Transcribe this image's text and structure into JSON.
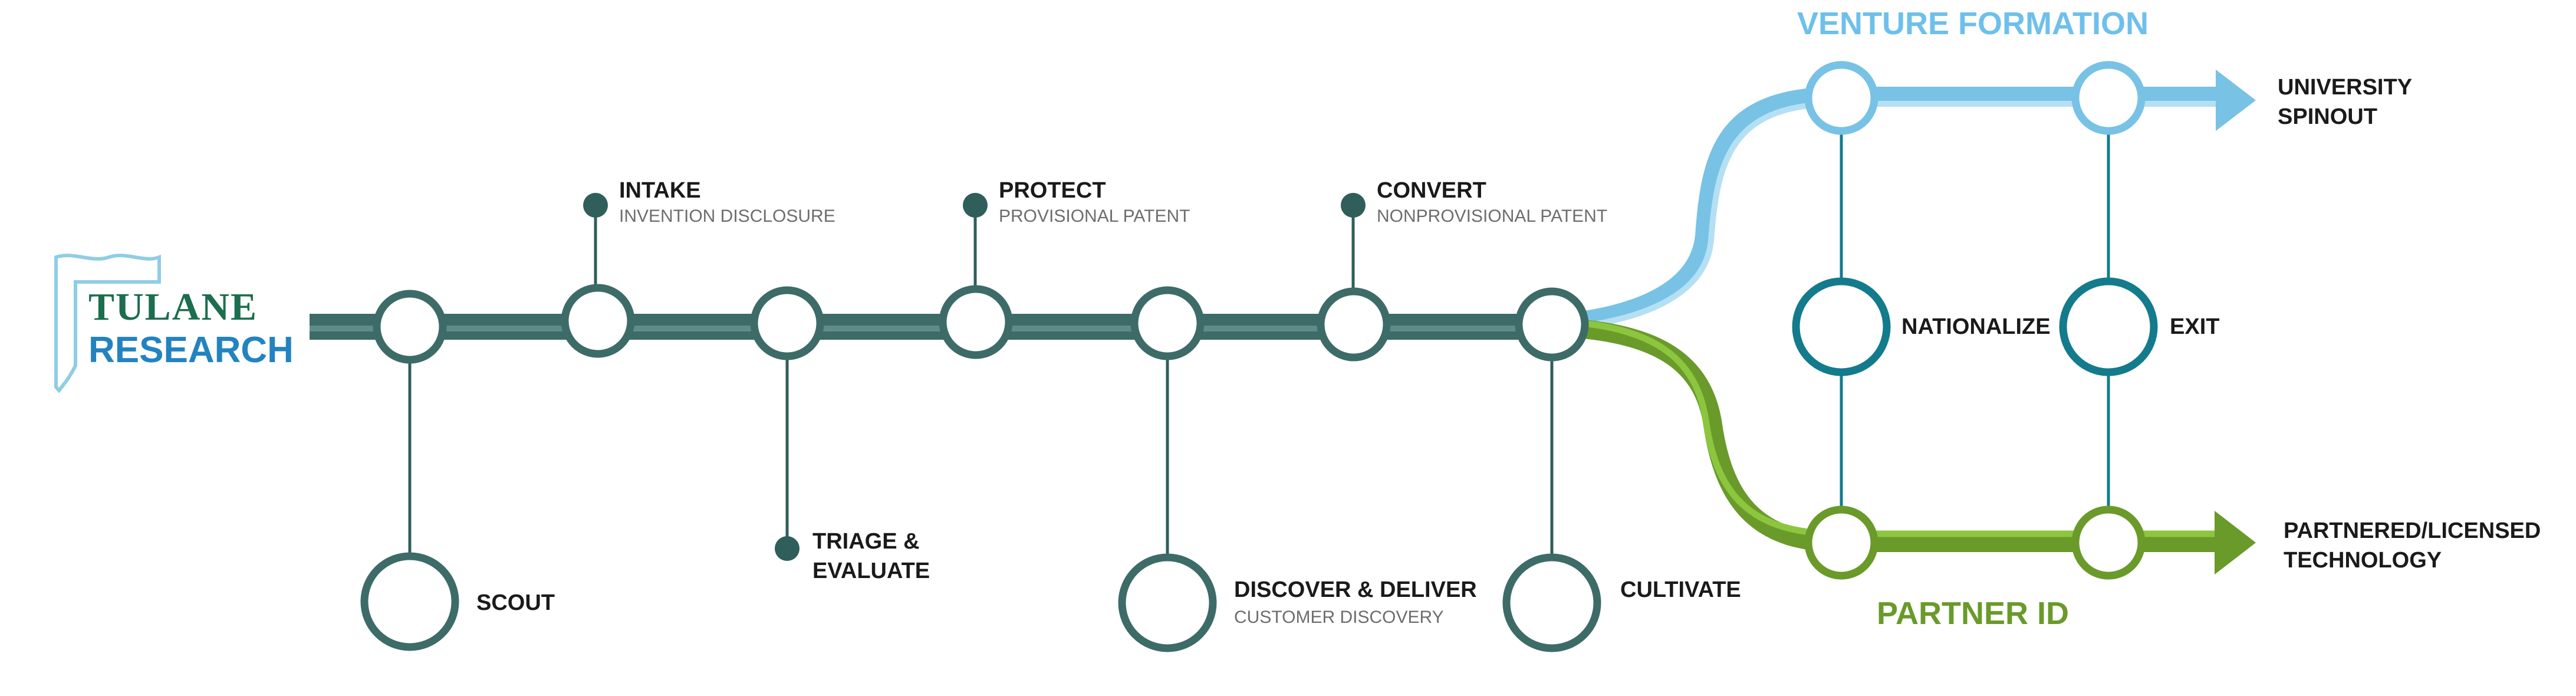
{
  "logo": {
    "line1": "TULANE",
    "line2": "RESEARCH"
  },
  "colors": {
    "main": "#3d6b68",
    "main_light": "#5f8c88",
    "stem": "#2f5e5b",
    "venture": "#78c2e6",
    "venture_light": "#b5e0f4",
    "partner": "#6a9a2a",
    "partner_light": "#8cc63e",
    "mid_node": "#137b8c",
    "logo_green": "#1c6e4e",
    "logo_blue": "#2383c0",
    "logo_shield": "#8fcde6",
    "venture_title": "#6ec0ea",
    "partner_title": "#6a9a2a"
  },
  "stages": {
    "intake": {
      "title": "INTAKE",
      "sub": "INVENTION DISCLOSURE"
    },
    "protect": {
      "title": "PROTECT",
      "sub": "PROVISIONAL PATENT"
    },
    "convert": {
      "title": "CONVERT",
      "sub": "NONPROVISIONAL PATENT"
    },
    "scout": {
      "title": "SCOUT"
    },
    "triage": {
      "line1": "TRIAGE &",
      "line2": "EVALUATE"
    },
    "discover": {
      "title": "DISCOVER & DELIVER",
      "sub": "CUSTOMER DISCOVERY"
    },
    "cultivate": {
      "title": "CULTIVATE"
    }
  },
  "branches": {
    "venture_title": "VENTURE FORMATION",
    "partner_title": "PARTNER ID",
    "nationalize": "NATIONALIZE",
    "exit": "EXIT"
  },
  "outcomes": {
    "spinout": {
      "line1": "UNIVERSITY",
      "line2": "SPINOUT"
    },
    "licensed": {
      "line1": "PARTNERED/LICENSED",
      "line2": "TECHNOLOGY"
    }
  }
}
